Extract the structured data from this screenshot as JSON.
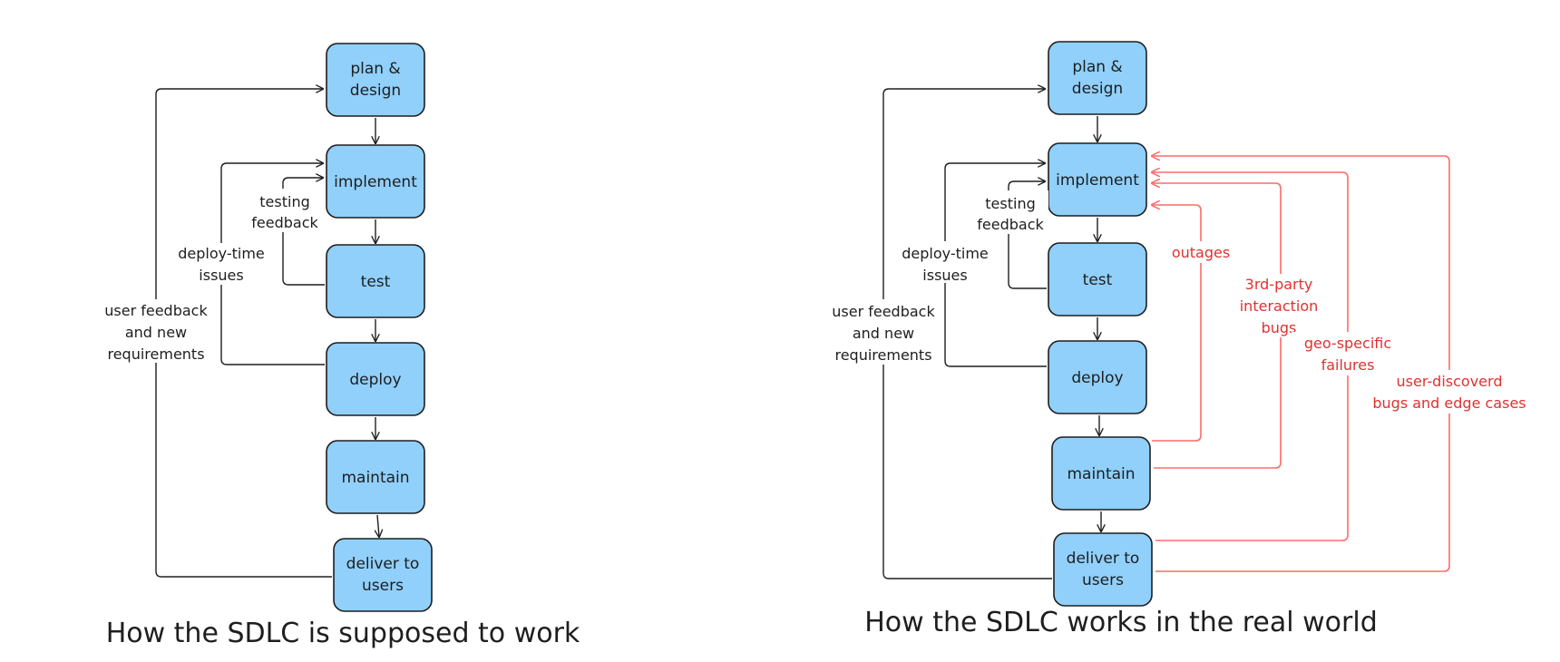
{
  "left": {
    "title": "How the SDLC is supposed to work",
    "stages": [
      {
        "lines": [
          "plan &",
          "design"
        ]
      },
      {
        "lines": [
          "implement"
        ]
      },
      {
        "lines": [
          "test"
        ]
      },
      {
        "lines": [
          "deploy"
        ]
      },
      {
        "lines": [
          "maintain"
        ]
      },
      {
        "lines": [
          "deliver to",
          "users"
        ]
      }
    ],
    "feedback": [
      {
        "lines": [
          "testing",
          "feedback"
        ]
      },
      {
        "lines": [
          "deploy-time",
          "issues"
        ]
      },
      {
        "lines": [
          "user feedback",
          "and new",
          "requirements"
        ]
      }
    ]
  },
  "right": {
    "title": "How the SDLC works in the real world",
    "stages": [
      {
        "lines": [
          "plan &",
          "design"
        ]
      },
      {
        "lines": [
          "implement"
        ]
      },
      {
        "lines": [
          "test"
        ]
      },
      {
        "lines": [
          "deploy"
        ]
      },
      {
        "lines": [
          "maintain"
        ]
      },
      {
        "lines": [
          "deliver to",
          "users"
        ]
      }
    ],
    "feedback": [
      {
        "lines": [
          "testing",
          "feedback"
        ]
      },
      {
        "lines": [
          "deploy-time",
          "issues"
        ]
      },
      {
        "lines": [
          "user feedback",
          "and new",
          "requirements"
        ]
      }
    ],
    "real_world_feedback": [
      {
        "lines": [
          "outages"
        ]
      },
      {
        "lines": [
          "3rd-party",
          "interaction",
          "bugs"
        ]
      },
      {
        "lines": [
          "geo-specific",
          "failures"
        ]
      },
      {
        "lines": [
          "user-discoverd",
          "bugs and edge cases"
        ]
      }
    ]
  },
  "colors": {
    "box_fill": "#90d0fb",
    "stroke": "#1e1e1e",
    "red_line": "#ff6b6b",
    "red_text": "#e03131"
  }
}
